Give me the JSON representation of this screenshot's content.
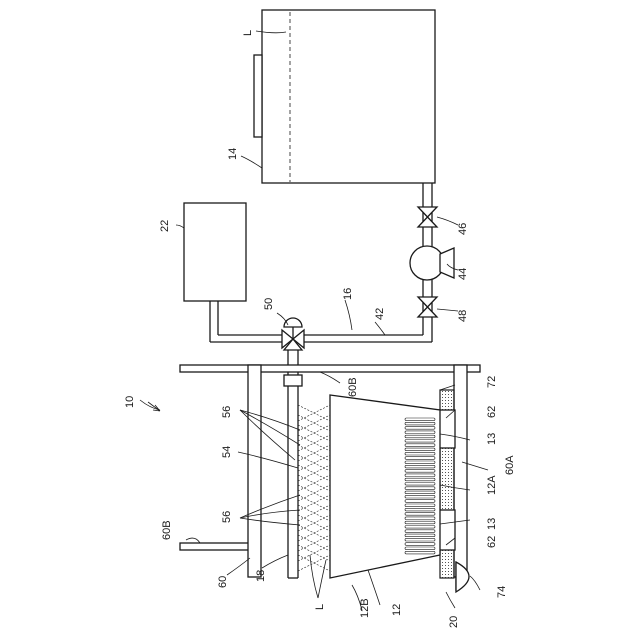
{
  "figure": {
    "labels": {
      "system": "10",
      "sheet_12": "12",
      "sheet_12A": "12A",
      "sheet_12B": "12B",
      "groove_13_top": "13",
      "groove_13_bottom": "13",
      "tank_14": "14",
      "pipe_16": "16",
      "nozzle_18": "18",
      "unit_20": "20",
      "controller_22": "22",
      "pipe_42": "42",
      "pump_44": "44",
      "valve_46": "46",
      "valve_48": "48",
      "valve_50": "50",
      "mesh_54": "54",
      "spray_56_top": "56",
      "spray_56_bottom": "56",
      "frame_60": "60",
      "frame_60A": "60A",
      "frame_60B_top": "60B",
      "frame_60B_left": "60B",
      "support_62_top": "62",
      "support_62_bottom": "62",
      "rail_72": "72",
      "motor_74": "74",
      "liquid_L_tank": "L",
      "liquid_L_bottom": "L"
    }
  }
}
